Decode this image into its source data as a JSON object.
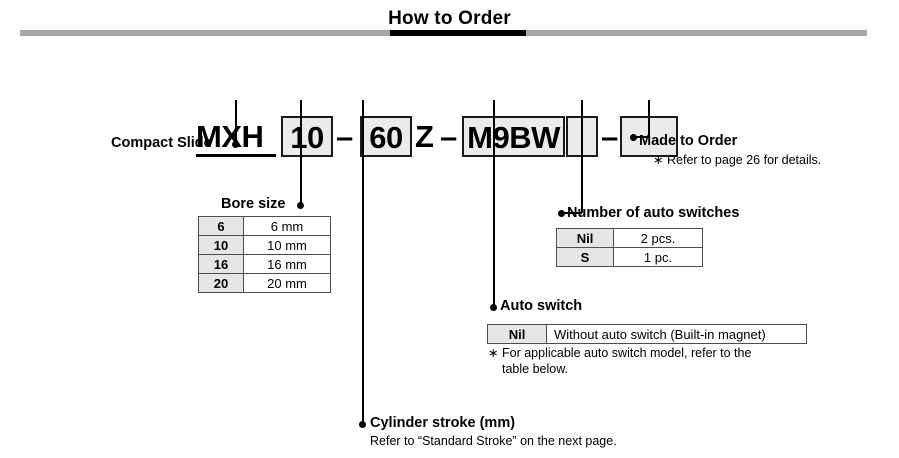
{
  "page": {
    "title": "How to Order"
  },
  "model_code": {
    "series": "MXH",
    "bore": "10",
    "dash1": "–",
    "stroke": "60",
    "suffix": "Z",
    "dash2": "–",
    "auto_switch": "M9BW",
    "switch_qty": "",
    "dash3": "–",
    "made_to_order": ""
  },
  "callouts": {
    "compact_slide": {
      "label": "Compact Slide"
    },
    "bore_size": {
      "label": "Bore size",
      "rows": [
        {
          "code": "6",
          "desc": "6 mm"
        },
        {
          "code": "10",
          "desc": "10 mm"
        },
        {
          "code": "16",
          "desc": "16 mm"
        },
        {
          "code": "20",
          "desc": "20 mm"
        }
      ]
    },
    "cylinder_stroke": {
      "label": "Cylinder stroke (mm)",
      "note": "Refer to “Standard Stroke” on the next page."
    },
    "auto_switch": {
      "label": "Auto switch",
      "rows": [
        {
          "code": "Nil",
          "desc": "Without auto switch (Built-in magnet)"
        }
      ],
      "note_marker": "∗",
      "note_line1": "For applicable auto switch model, refer to the",
      "note_line2": "table below."
    },
    "number_of_auto_switches": {
      "label": "Number of auto switches",
      "rows": [
        {
          "code": "Nil",
          "desc": "2 pcs."
        },
        {
          "code": "S",
          "desc": "1 pc."
        }
      ]
    },
    "made_to_order": {
      "label": "Made to Order",
      "note_marker": "∗",
      "note": "Refer to page 26 for details."
    }
  },
  "colors": {
    "rule_gray": "#a6a6a6",
    "rule_dark": "#000000",
    "box_fill": "#ebebeb",
    "table_key_fill": "#e6e6e6"
  }
}
